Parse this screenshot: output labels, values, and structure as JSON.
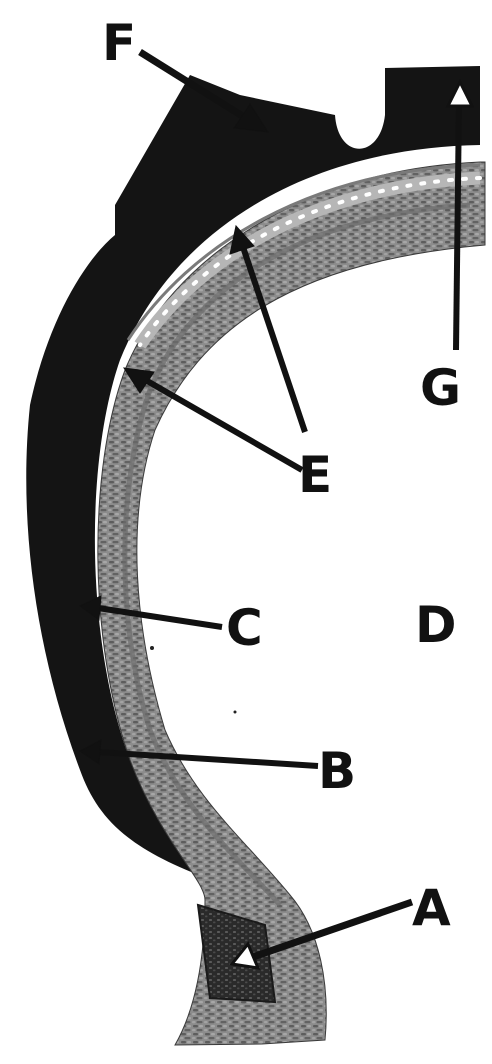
{
  "labels": {
    "A": "A",
    "B": "B",
    "C": "C",
    "D": "D",
    "E": "E",
    "F": "F",
    "G": "G"
  },
  "colors": {
    "background": "#ffffff",
    "rubber_black": "#141414",
    "fabric_gray": "#8a8a8a",
    "fabric_dark": "#555555",
    "breaker_light": "#b8b8b8",
    "bead_core": "#2a2a2a",
    "ink": "#111111"
  }
}
